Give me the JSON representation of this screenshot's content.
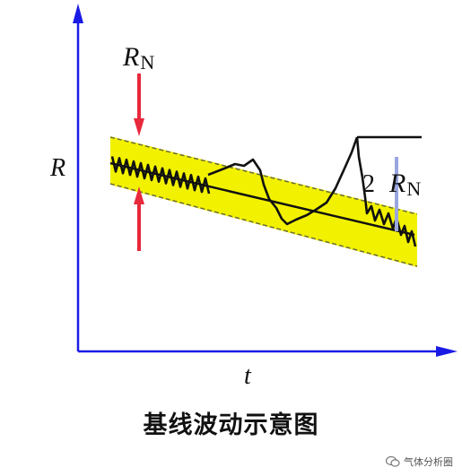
{
  "diagram": {
    "y_axis_label": "R",
    "x_axis_label": "t",
    "noise_label_main": "R",
    "noise_label_sub": "N",
    "noise_label2_main": "R",
    "noise_label2_sub": "N",
    "drift_number": "2",
    "caption": "基线波动示意图"
  },
  "colors": {
    "axis": "#1a1ae6",
    "band": "#f2f200",
    "band_edge": "#6b6b3a",
    "signal": "#111111",
    "noise_arrow": "#e8283c",
    "noise_bar": "#9aa6e0"
  },
  "watermark": {
    "text": "气体分析圈",
    "icon": "wechat-icon"
  }
}
